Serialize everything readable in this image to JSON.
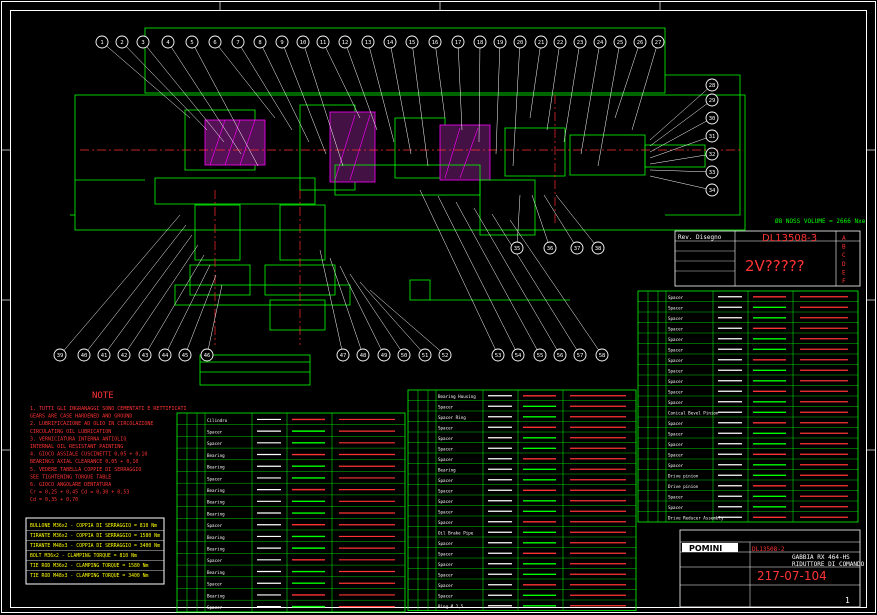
{
  "colors": {
    "background": "#000000",
    "frame": "#ffffff",
    "geometry": "#00ff00",
    "centerline": "#ff3030",
    "hatch": "#ff00ff",
    "table_line": "#00ff00",
    "notes": "#ff3333",
    "torque_box": "#ffff00",
    "title_text": "#ff3333",
    "balloon": "#ffffff"
  },
  "drawing": {
    "upper_balloons": [
      "1",
      "2",
      "3",
      "4",
      "5",
      "6",
      "7",
      "8",
      "9",
      "10",
      "11",
      "12",
      "13",
      "14",
      "15",
      "16",
      "17",
      "18",
      "19",
      "20",
      "21",
      "22",
      "23",
      "24",
      "25",
      "26",
      "27"
    ],
    "right_balloons": [
      "28",
      "29",
      "30",
      "31",
      "32",
      "33",
      "34"
    ],
    "mid_right_balloons": [
      "35",
      "36",
      "37",
      "38"
    ],
    "lower_left_balloons": [
      "39",
      "40",
      "41",
      "42",
      "43",
      "44",
      "45",
      "46"
    ],
    "lower_center_balloons": [
      "47",
      "48",
      "49",
      "50",
      "51",
      "52"
    ],
    "lower_right_balloons": [
      "53",
      "54",
      "55",
      "56",
      "57",
      "58"
    ],
    "volume_label": "Ø8 NOSS VOLUME = 2666 Nxe"
  },
  "notes": {
    "title": "NOTE",
    "lines": [
      "1. TUTTI GLI INGRANAGGI SONO CEMENTATI E RETTIFICATI",
      "   GEARS ARE CASE HARDENED AND GROUND",
      "2. LUBRIFICAZIONE AD OLIO IN CIRCOLAZIONE",
      "   CIRCULATING OIL LUBRICATION",
      "3. VERNICIATURA INTERNA ANTIOLIO",
      "   INTERNAL OIL RESISTANT PAINTING",
      "4. GIOCO ASSIALE CUSCINETTI 0,05 + 0,10",
      "   BEARINGS AXIAL CLEARANCE 0,05 + 0,10",
      "5. VEDERE TABELLA COPPIE DI SERRAGGIO",
      "   SEE TIGHTENING TORQUE TABLE",
      "6. GIOCO ANGOLARE DENTATURA",
      "   Cr = 0,25 + 0,45 Cd = 0,30 + 0,53",
      "   Cd = 0,35 + 0,70"
    ]
  },
  "torque_table": [
    "BULLONE M36x2 - COPPIA DI SERRAGGIO = 810 Nm",
    "TIRANTE M36x2 - COPPIA DI SERRAGGIO = 1580 Nm",
    "TIRANTE M48x3 - COPPIA DI SERRAGGIO = 3400 Nm",
    "BOLT M36x2 - CLAMPING TORQUE = 810 Nm",
    "TIE ROD M36x2 - CLAMPING TORQUE = 1580 Nm",
    "TIE ROD M48x3 - CLAMPING TORQUE = 3400 Nm"
  ],
  "parts_list_1": [
    "Cilindro",
    "Spacer",
    "Spacer",
    "Bearing",
    "Bearing",
    "Spacer",
    "Bearing",
    "Bearing",
    "Bearing",
    "Spacer",
    "Bearing",
    "Bearing",
    "Spacer",
    "Bearing",
    "Spacer",
    "Bearing",
    "Spacer"
  ],
  "parts_list_2": [
    "Bearing Housing",
    "Spacer",
    "Spacer Ring",
    "Spacer",
    "Spacer",
    "Spacer",
    "Spacer",
    "Bearing",
    "Spacer",
    "Spacer",
    "Spacer",
    "Spacer",
    "Spacer",
    "Oil Brake Pipe",
    "Spacer",
    "Spacer",
    "Spacer",
    "Spacer",
    "Spacer",
    "Spacer",
    "Ring Ø 2,5"
  ],
  "parts_list_3": [
    "Spacer",
    "Spacer",
    "Spacer",
    "Spacer",
    "Spacer",
    "Spacer",
    "Spacer",
    "Spacer",
    "Spacer",
    "Spacer",
    "Spacer",
    "Conical Bevel Pinion",
    "Spacer",
    "Spacer",
    "Spacer",
    "Spacer",
    "Spacer",
    "Drive pinion",
    "Drive pinion",
    "Spacer",
    "Spacer",
    "Drive Reducer Assembly"
  ],
  "revision_block": {
    "header": "Rev. Disegno",
    "drawing_ref": "DL13508-3",
    "revision_note": "2V?????",
    "side_marks": [
      "A",
      "B",
      "C",
      "D",
      "E",
      "F"
    ]
  },
  "title_block": {
    "company": "POMINI",
    "drawing_ref": "DL13508-2",
    "description_line_1": "GABBIA RX 464-HS",
    "description_line_2": "RIDUTTORE DI COMANDO",
    "drawing_number": "217-07-104",
    "sheet": "1"
  }
}
